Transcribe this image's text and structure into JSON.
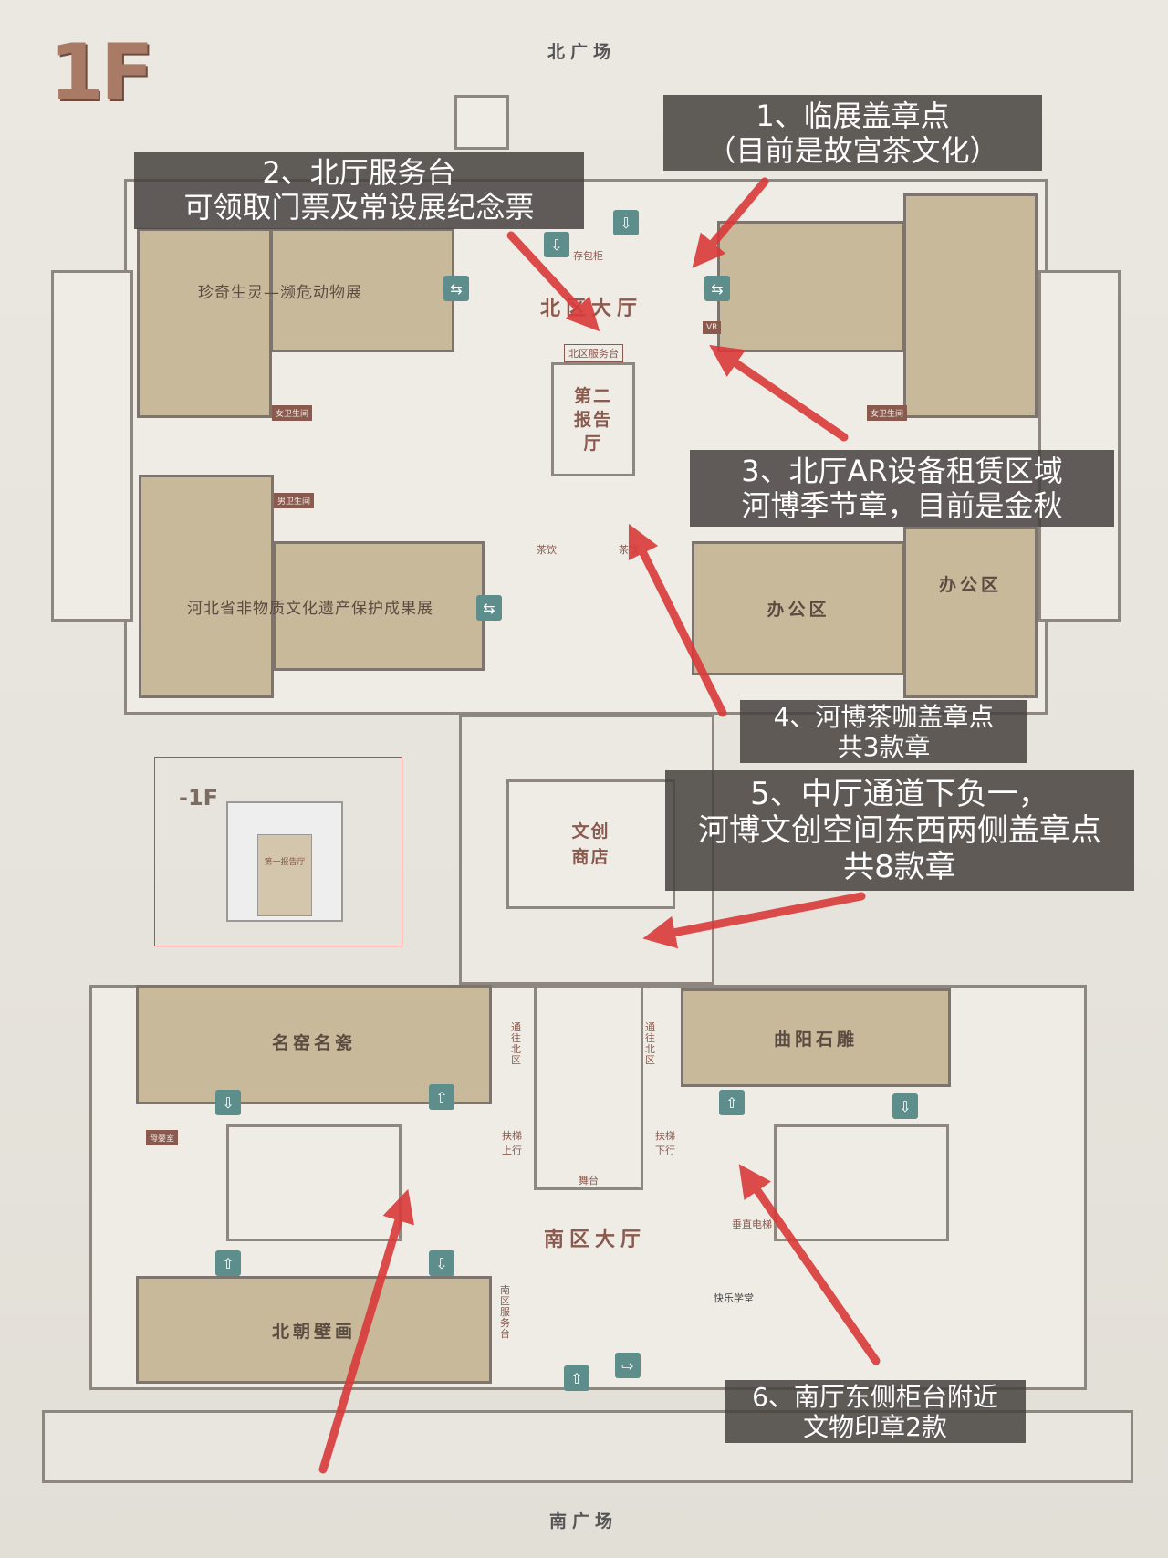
{
  "floor": "1F",
  "compass": {
    "north": "北广场",
    "south": "南广场"
  },
  "halls": {
    "north": "北区大厅",
    "south": "南区大厅",
    "report2": "第二报告厅",
    "shop": "文创商店"
  },
  "rooms": {
    "rare_animals": "珍奇生灵—濒危动物展",
    "intangible": "河北省非物质文化遗产保护成果展",
    "office1": "办公区",
    "office2": "办公区",
    "porcelain": "名窑名瓷",
    "stone": "曲阳石雕",
    "mural": "北朝壁画"
  },
  "small_labels": {
    "storage": "存包柜",
    "north_service": "北区服务台",
    "tea1": "茶饮",
    "tea2": "茶饮",
    "to_north1": "通往北区",
    "to_north2": "通往北区",
    "esc_up": "扶梯上行",
    "esc_down": "扶梯下行",
    "stage": "舞台",
    "elevator": "垂直电梯",
    "south_service": "南区服务台",
    "happy": "快乐学堂",
    "wc_f1": "女卫生间",
    "wc_m1": "男卫生间",
    "wc_f2": "女卫生间",
    "mother": "母婴室",
    "vr": "VR"
  },
  "inset": {
    "label": "-1F",
    "room": "第一报告厅"
  },
  "annotations": [
    {
      "lines": [
        "1、临展盖章点",
        "（目前是故宫茶文化）"
      ]
    },
    {
      "lines": [
        "2、北厅服务台",
        "可领取门票及常设展纪念票"
      ]
    },
    {
      "lines": [
        "3、北厅AR设备租赁区域",
        "河博季节章，目前是金秋"
      ]
    },
    {
      "lines": [
        "4、河博茶咖盖章点",
        "共3款章"
      ]
    },
    {
      "lines": [
        "5、中厅通道下负一，",
        "河博文创空间东西两侧盖章点",
        "共8款章"
      ]
    },
    {
      "lines": [
        "6、南厅东侧柜台附近",
        "文物印章2款"
      ]
    }
  ],
  "colors": {
    "arrow": "#d93a3a",
    "room": "#c8b99a",
    "icon": "#5e8e8c"
  }
}
